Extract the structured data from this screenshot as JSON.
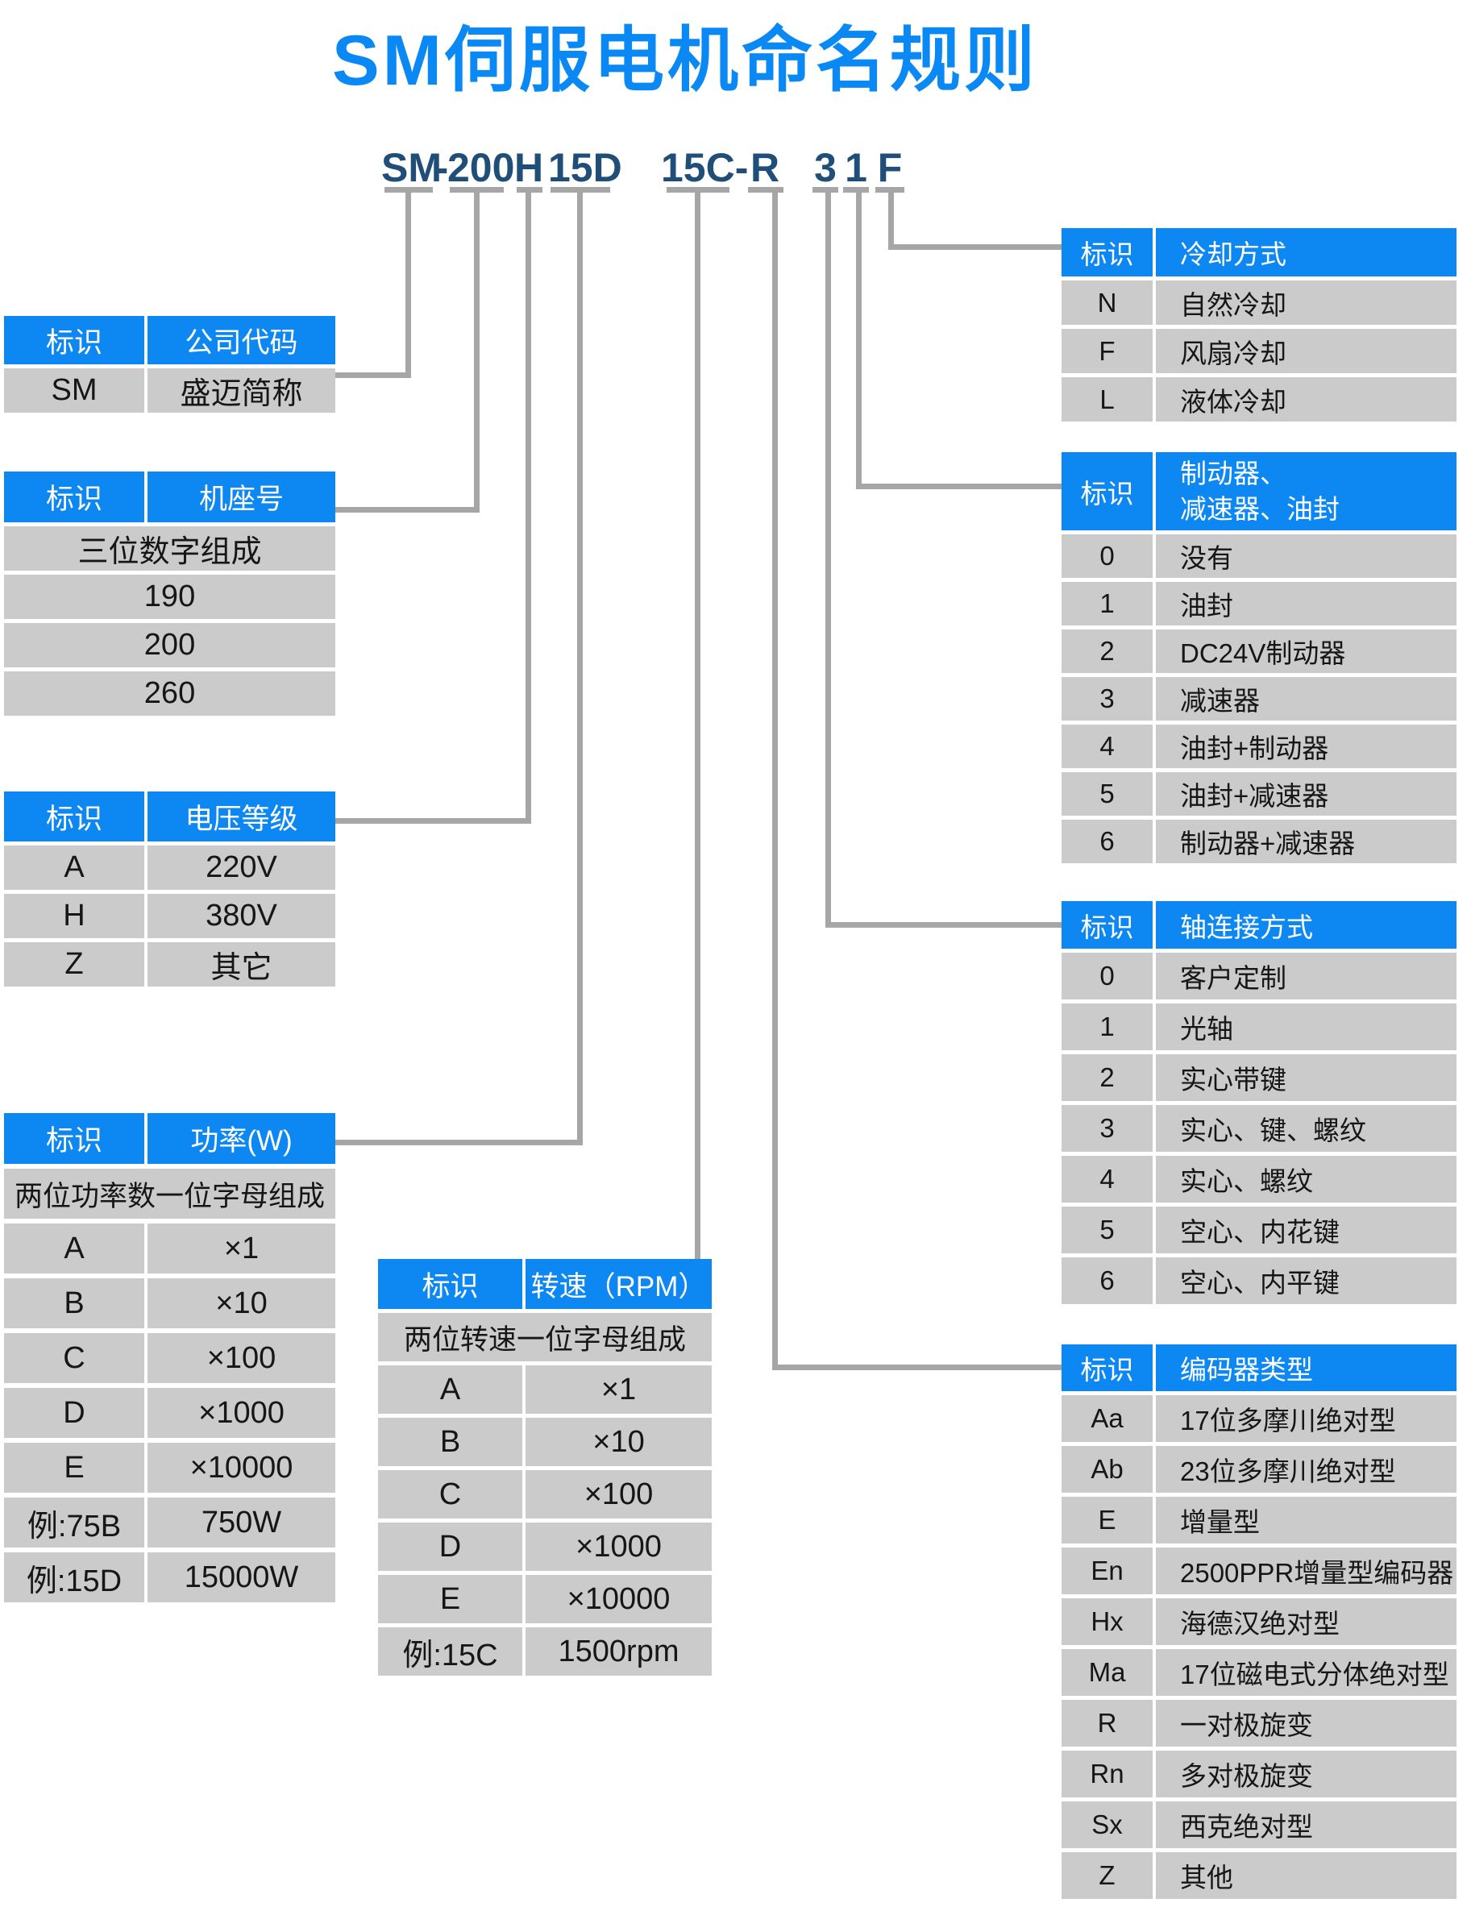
{
  "title": "SM伺服电机命名规则",
  "code": {
    "tokens": [
      "SM",
      "-",
      "200",
      "H",
      "15D",
      "15C-",
      "R",
      "3",
      "1",
      "F"
    ]
  },
  "colors": {
    "title_blue": "#0a89f4",
    "header_blue": "#0d87f2",
    "row_gray": "#cbcbcb",
    "connector_gray": "#a6a6a6",
    "code_navy": "#1f4e79"
  },
  "tables": {
    "company": {
      "header_left": "标识",
      "header_right": "公司代码",
      "rows": [
        [
          "SM",
          "盛迈简称"
        ]
      ]
    },
    "frame": {
      "header_left": "标识",
      "header_right": "机座号",
      "rows": [
        "三位数字组成",
        "190",
        "200",
        "260"
      ]
    },
    "voltage": {
      "header_left": "标识",
      "header_right": "电压等级",
      "rows": [
        [
          "A",
          "220V"
        ],
        [
          "H",
          "380V"
        ],
        [
          "Z",
          "其它"
        ]
      ]
    },
    "power": {
      "header_left": "标识",
      "header_right": "功率(W)",
      "note": "两位功率数一位字母组成",
      "rows": [
        [
          "A",
          "×1"
        ],
        [
          "B",
          "×10"
        ],
        [
          "C",
          "×100"
        ],
        [
          "D",
          "×1000"
        ],
        [
          "E",
          "×10000"
        ],
        [
          "例:75B",
          "750W"
        ],
        [
          "例:15D",
          "15000W"
        ]
      ]
    },
    "speed": {
      "header_left": "标识",
      "header_right": "转速（RPM）",
      "note": "两位转速一位字母组成",
      "rows": [
        [
          "A",
          "×1"
        ],
        [
          "B",
          "×10"
        ],
        [
          "C",
          "×100"
        ],
        [
          "D",
          "×1000"
        ],
        [
          "E",
          "×10000"
        ],
        [
          "例:15C",
          "1500rpm"
        ]
      ]
    },
    "cooling": {
      "header_left": "标识",
      "header_right": "冷却方式",
      "rows": [
        [
          "N",
          "自然冷却"
        ],
        [
          "F",
          "风扇冷却"
        ],
        [
          "L",
          "液体冷却"
        ]
      ]
    },
    "brake": {
      "header_left": "标识",
      "header_right_line1": "制动器、",
      "header_right_line2": "减速器、油封",
      "rows": [
        [
          "0",
          "没有"
        ],
        [
          "1",
          "油封"
        ],
        [
          "2",
          "DC24V制动器"
        ],
        [
          "3",
          "减速器"
        ],
        [
          "4",
          "油封+制动器"
        ],
        [
          "5",
          "油封+减速器"
        ],
        [
          "6",
          "制动器+减速器"
        ]
      ]
    },
    "shaft": {
      "header_left": "标识",
      "header_right": "轴连接方式",
      "rows": [
        [
          "0",
          "客户定制"
        ],
        [
          "1",
          "光轴"
        ],
        [
          "2",
          "实心带键"
        ],
        [
          "3",
          "实心、键、螺纹"
        ],
        [
          "4",
          "实心、螺纹"
        ],
        [
          "5",
          "空心、内花键"
        ],
        [
          "6",
          "空心、内平键"
        ]
      ]
    },
    "encoder": {
      "header_left": "标识",
      "header_right": "编码器类型",
      "rows": [
        [
          "Aa",
          "17位多摩川绝对型"
        ],
        [
          "Ab",
          "23位多摩川绝对型"
        ],
        [
          "E",
          "增量型"
        ],
        [
          "En",
          "2500PPR增量型编码器"
        ],
        [
          "Hx",
          "海德汉绝对型"
        ],
        [
          "Ma",
          "17位磁电式分体绝对型"
        ],
        [
          "R",
          "一对极旋变"
        ],
        [
          "Rn",
          "多对极旋变"
        ],
        [
          "Sx",
          "西克绝对型"
        ],
        [
          "Z",
          "其他"
        ]
      ]
    }
  }
}
